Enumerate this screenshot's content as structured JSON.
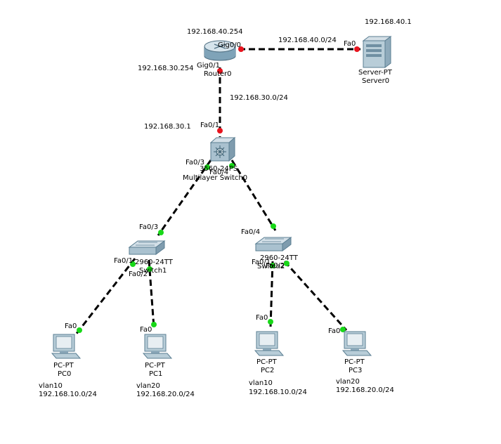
{
  "devices": {
    "router": {
      "type": "Router",
      "name": "Router0",
      "ip_gig00": "192.168.40.254",
      "ip_gig01": "192.168.30.254"
    },
    "server": {
      "type": "Server-PT",
      "name": "Server0",
      "ip": "192.168.40.1"
    },
    "mls": {
      "type": "3560-24PS",
      "name": "Multilayer Switch0",
      "ip": "192.168.30.1"
    },
    "switch1": {
      "type": "2960-24TT",
      "name": "Switch1"
    },
    "switch2": {
      "type": "2960-24TT",
      "name": "Switch2"
    },
    "pcs": [
      {
        "type": "PC-PT",
        "name": "PC0",
        "vlan": "vlan10",
        "net": "192.168.10.0/24"
      },
      {
        "type": "PC-PT",
        "name": "PC1",
        "vlan": "vlan20",
        "net": "192.168.20.0/24"
      },
      {
        "type": "PC-PT",
        "name": "PC2",
        "vlan": "vlan10",
        "net": "192.168.10.0/24"
      },
      {
        "type": "PC-PT",
        "name": "PC3",
        "vlan": "vlan20",
        "net": "192.168.20.0/24"
      }
    ]
  },
  "networks": {
    "router_server": "192.168.40.0/24",
    "router_mls": "192.168.30.0/24"
  },
  "ports": {
    "router_gig00": "Gig0/0",
    "router_gig01": "Gig0/1",
    "server_fa0": "Fa0",
    "mls_fa01": "Fa0/1",
    "mls_fa03": "Fa0/3",
    "mls_fa04": "Fa0/4",
    "sw1_fa03": "Fa0/3",
    "sw1_fa01": "Fa0/1",
    "sw1_fa02": "Fa0/2",
    "sw2_fa04": "Fa0/4",
    "sw2_fa01": "Fa0/1",
    "sw2_fa02": "Fa0/2",
    "pc_fa0": "Fa0"
  },
  "colors": {
    "link_down": "#e8141e",
    "link_up": "#18d818",
    "device_body": "#b8cdd8",
    "device_edge": "#5a7e92"
  }
}
